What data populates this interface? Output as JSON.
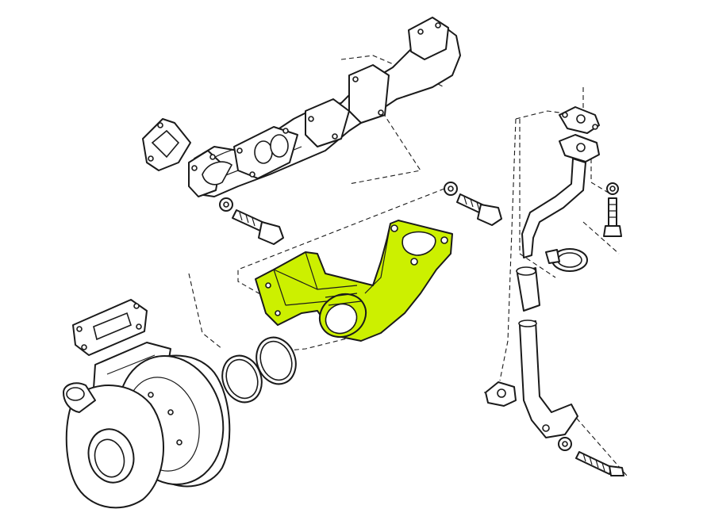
{
  "highlight_color": "#ccf000",
  "line_color": "#1a1a1a",
  "background_color": "#ffffff",
  "components": [
    "exhaust-manifold",
    "manifold-gasket",
    "manifold-bolt",
    "turbo-support-bracket",
    "flange-bolt",
    "seal-ring-outer",
    "seal-ring-inner",
    "turbocharger",
    "turbo-inlet-gasket",
    "oil-feed-pipe",
    "hose-clamp",
    "rubber-hose",
    "oil-return-pipe",
    "banjo-bolt"
  ]
}
